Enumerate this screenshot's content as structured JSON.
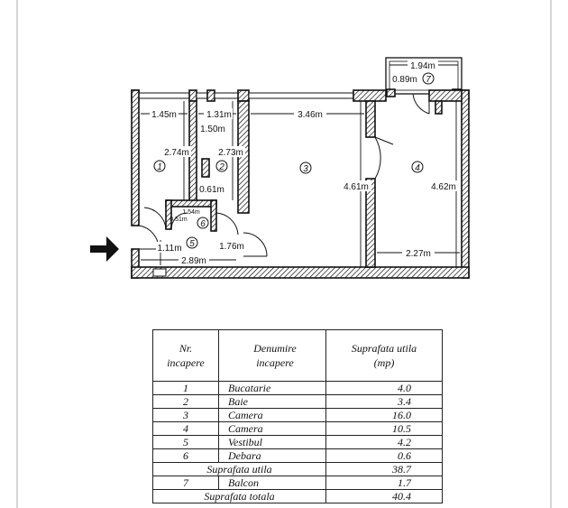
{
  "plan": {
    "rooms": [
      {
        "number": "1"
      },
      {
        "number": "2"
      },
      {
        "number": "3"
      },
      {
        "number": "4"
      },
      {
        "number": "5"
      },
      {
        "number": "6"
      },
      {
        "number": "7"
      }
    ],
    "dimensions": {
      "d_1_45": "1.45m",
      "d_1_31": "1.31m",
      "d_1_50": "1.50m",
      "d_3_46": "3.46m",
      "d_2_74": "2.74m",
      "d_2_73": "2.73m",
      "d_0_61": "0.61m",
      "d_4_61": "4.61m",
      "d_4_62": "4.62m",
      "d_1_54": "1.54m",
      "d_0_51": "0.51m",
      "d_1_11": "1.11m",
      "d_1_76": "1.76m",
      "d_2_89": "2.89m",
      "d_2_27": "2.27m",
      "d_1_94": "1.94m",
      "d_0_89": "0.89m"
    }
  },
  "table": {
    "headers": {
      "nr": [
        "Nr.",
        "incapere"
      ],
      "name": [
        "Denumire",
        "incapere"
      ],
      "area": [
        "Suprafata utila",
        "(mp)"
      ]
    },
    "rows": [
      {
        "nr": "1",
        "name": "Bucatarie",
        "area": "4.0"
      },
      {
        "nr": "2",
        "name": "Baie",
        "area": "3.4"
      },
      {
        "nr": "3",
        "name": "Camera",
        "area": "16.0"
      },
      {
        "nr": "4",
        "name": "Camera",
        "area": "10.5"
      },
      {
        "nr": "5",
        "name": "Vestibul",
        "area": "4.2"
      },
      {
        "nr": "6",
        "name": "Debara",
        "area": "0.6"
      }
    ],
    "useful_total": {
      "label": "Suprafata utila",
      "area": "38.7"
    },
    "balcony": {
      "nr": "7",
      "name": "Balcon",
      "area": "1.7"
    },
    "grand_total": {
      "label": "Suprafata totala",
      "area": "40.4"
    }
  }
}
